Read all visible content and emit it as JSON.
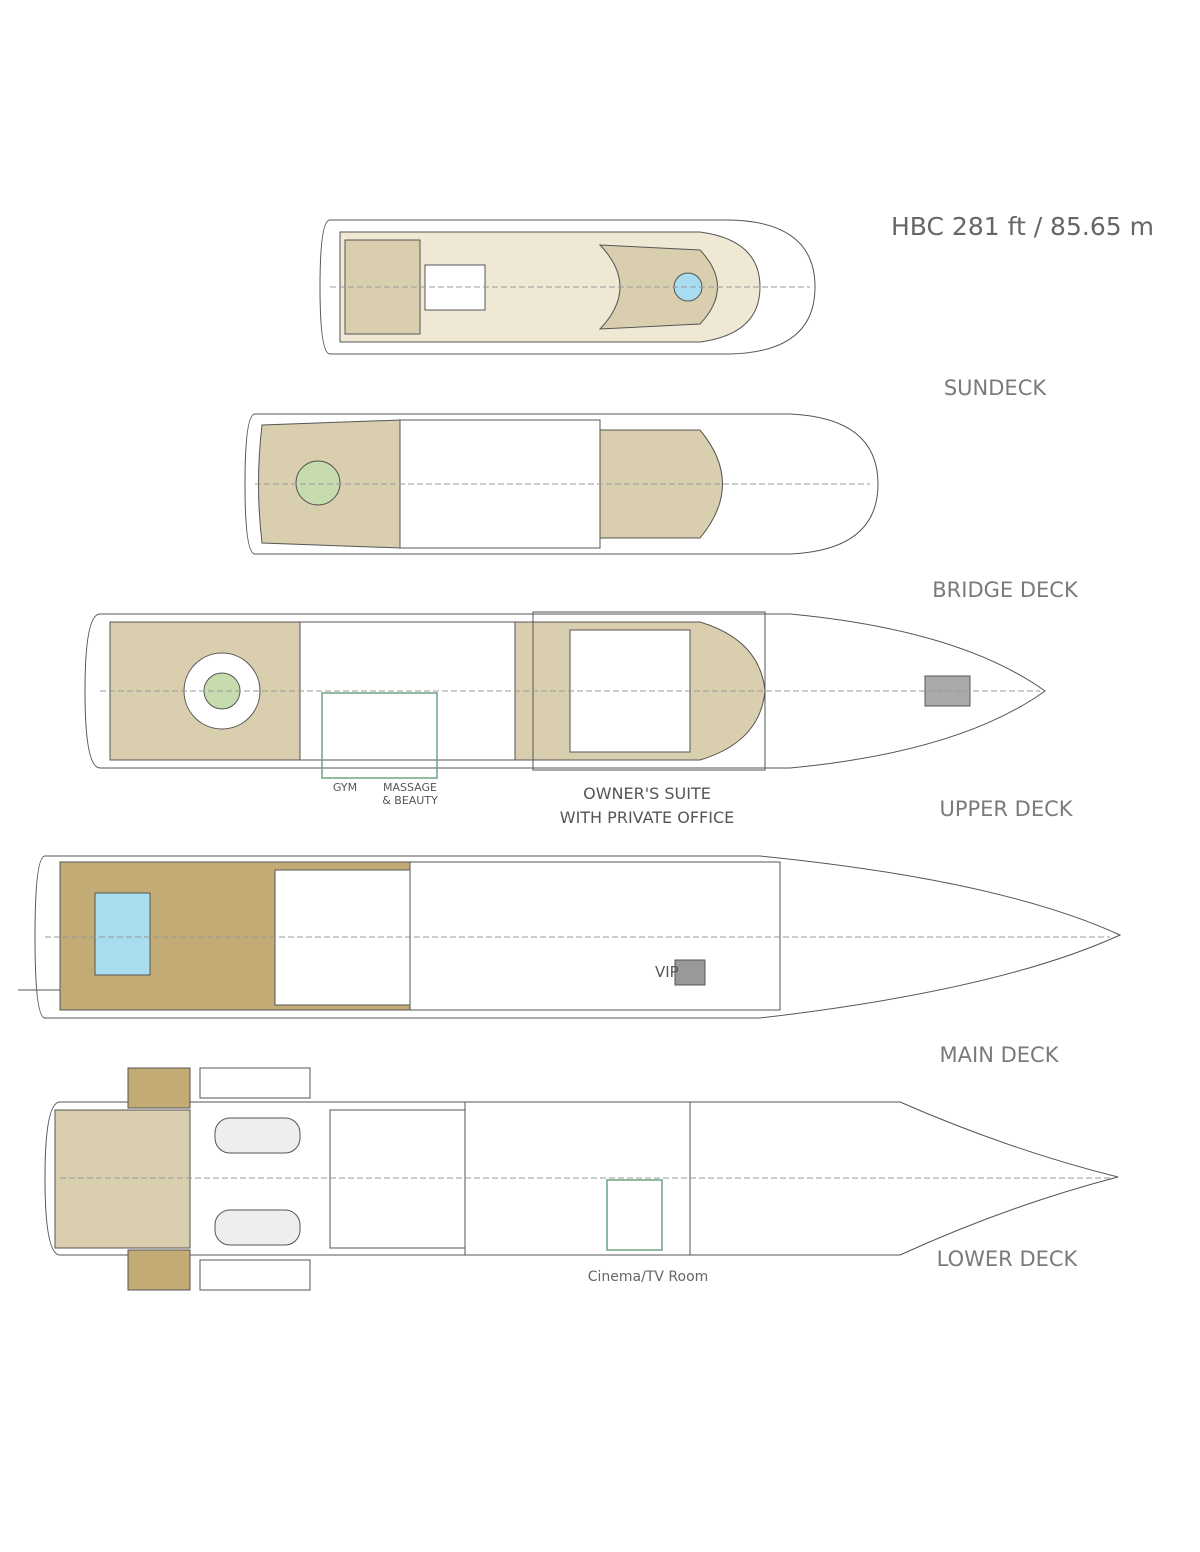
{
  "title": "HBC 281 ft / 85.65 m",
  "decks": {
    "sundeck": "SUNDECK",
    "bridge": "BRIDGE DECK",
    "upper": "UPPER DECK",
    "main": "MAIN DECK",
    "lower": "LOWER DECK"
  },
  "callouts": {
    "gym": "GYM",
    "massage_1": "MASSAGE",
    "massage_2": "& BEAUTY",
    "owner_1": "OWNER'S SUITE",
    "owner_2": "WITH PRIVATE OFFICE",
    "vip": "VIP",
    "cinema": "Cinema/TV Room"
  },
  "colors": {
    "deck_fill": "#d9cfae",
    "teak": "#c2ab74",
    "hull_line": "#555555",
    "callout_box": "#6aa582",
    "pool": "#a9dcef"
  }
}
